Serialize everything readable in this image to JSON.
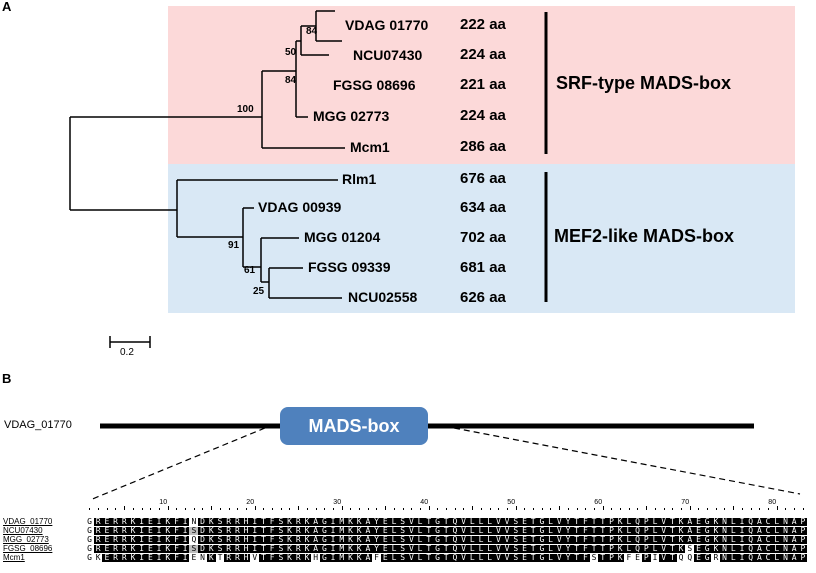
{
  "panel_a": {
    "letter": "A",
    "srf_group": {
      "label": "SRF-type MADS-box",
      "color": "#fcd9d9",
      "leaves": [
        {
          "name": "VDAG 01770",
          "aa": "222 aa"
        },
        {
          "name": "NCU07430",
          "aa": "224 aa"
        },
        {
          "name": "FGSG 08696",
          "aa": "221 aa"
        },
        {
          "name": "MGG 02773",
          "aa": "224 aa"
        },
        {
          "name": "Mcm1",
          "aa": "286 aa"
        }
      ]
    },
    "mef2_group": {
      "label": "MEF2-like MADS-box",
      "color": "#d9e8f5",
      "leaves": [
        {
          "name": "Rlm1",
          "aa": "676 aa"
        },
        {
          "name": "VDAG 00939",
          "aa": "634 aa"
        },
        {
          "name": "MGG 01204",
          "aa": "702 aa"
        },
        {
          "name": "FGSG 09339",
          "aa": "681 aa"
        },
        {
          "name": "NCU02558",
          "aa": "626 aa"
        }
      ]
    },
    "bootstrap": [
      "84",
      "50",
      "84",
      "100",
      "91",
      "61",
      "25"
    ],
    "scale_label": "0.2"
  },
  "panel_b": {
    "letter": "B",
    "gene_label": "VDAG_01770",
    "domain_label": "MADS-box",
    "domain_color": "#4f81bd",
    "ruler_ticks": [
      "10",
      "20",
      "30",
      "40",
      "50",
      "60",
      "70",
      "80"
    ],
    "alignment": [
      {
        "name": "VDAG_01770",
        "seq": "GRERRKIEIKFINDKSRRHITFSKRKAGIMKKAYELSVLTGTQVLLLVVSETGLVYTFTTPKLQPLVTKAEGKNLIQACLNAP"
      },
      {
        "name": "NCU07430",
        "seq": "GRERRKIEIKFISDKSRRHITFSKRKAGIMKKAYELSVLTGTQVLLLVVSETGLVYTFTTPKLQPLVTKAEGKNLIQACLNAP"
      },
      {
        "name": "MGG_02773",
        "seq": "GRERRKIEIKFIQDKSRRHITFSKRKAGIMKKAYELSVLTGTQVLLLVVSETGLVYTFTTPKLQPLVTKAEGKNLIQACLNAP"
      },
      {
        "name": "FGSG_08696",
        "seq": "GRERRKIEIKFISDKSRRHITFSKRKAGIMKKAYELSVLTGTQVLLLVVSETGLVYTFTTPKLQPLVTKSEGKNLIQACLNAP"
      },
      {
        "name": "Mcm1",
        "seq": "GKERRKIEIKFIENKTRRHVTFSKRKHGIMKKAFELSVLTGTQVLLLVVSETGLVYTFSTPKFEPIVTQQEGRNLIQACLNAP"
      }
    ]
  }
}
